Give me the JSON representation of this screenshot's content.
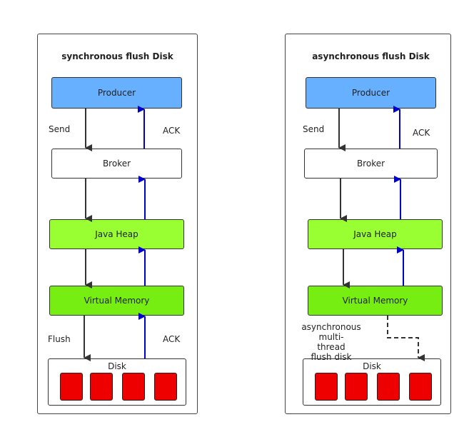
{
  "left": {
    "title": "synchronous flush Disk",
    "producer": "Producer",
    "broker": "Broker",
    "heap": "Java Heap",
    "vmem": "Virtual Memory",
    "disk": "Disk",
    "send": "Send",
    "ack_top": "ACK",
    "flush": "Flush",
    "ack_bottom": "ACK"
  },
  "right": {
    "title": "asynchronous flush Disk",
    "producer": "Producer",
    "broker": "Broker",
    "heap": "Java Heap",
    "vmem": "Virtual Memory",
    "disk": "Disk",
    "send": "Send",
    "ack_top": "ACK",
    "async_line1": "asynchronous multi-",
    "async_line2": "thread",
    "async_line3": "flush disk"
  },
  "colors": {
    "producer": "#66b0ff",
    "heap": "#99ff33",
    "vmem": "#77ee11",
    "disk_block": "#ee0000",
    "ack_arrow": "#0000cc",
    "send_arrow": "#333333"
  }
}
